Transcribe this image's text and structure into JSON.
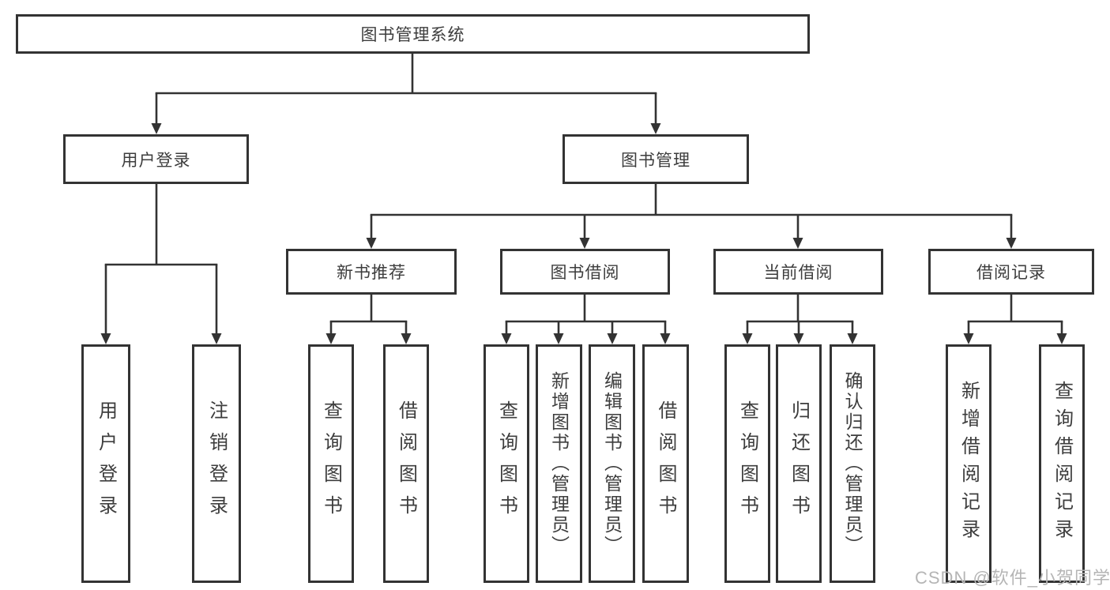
{
  "tree": {
    "root": {
      "label": "图书管理系统",
      "children": [
        {
          "label": "用户登录",
          "children": [
            {
              "label": "用户登录"
            },
            {
              "label": "注销登录"
            }
          ]
        },
        {
          "label": "图书管理",
          "children": [
            {
              "label": "新书推荐",
              "children": [
                {
                  "label": "查询图书"
                },
                {
                  "label": "借阅图书"
                }
              ]
            },
            {
              "label": "图书借阅",
              "children": [
                {
                  "label": "查询图书"
                },
                {
                  "label": "新增图书（管理员）"
                },
                {
                  "label": "编辑图书（管理员）"
                },
                {
                  "label": "借阅图书"
                }
              ]
            },
            {
              "label": "当前借阅",
              "children": [
                {
                  "label": "查询图书"
                },
                {
                  "label": "归还图书"
                },
                {
                  "label": "确认归还（管理员）"
                }
              ]
            },
            {
              "label": "借阅记录",
              "children": [
                {
                  "label": "新增借阅记录"
                },
                {
                  "label": "查询借阅记录"
                }
              ]
            }
          ]
        }
      ]
    }
  },
  "watermark": {
    "text": "CSDN @软件_小贺同学"
  },
  "colors": {
    "line": "#333333",
    "box_border": "#333333",
    "text": "#3d3d3d",
    "watermark": "#b5b5b5",
    "background": "#ffffff"
  }
}
